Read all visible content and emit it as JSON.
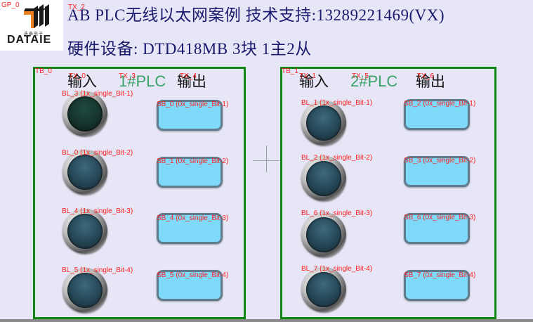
{
  "logo": {
    "tag": "GP_0",
    "company_cn": "迭泰电子",
    "company_en": "DATAIE",
    "brand_colors": {
      "orange": "#f08020",
      "black": "#1a1a1a"
    }
  },
  "header": {
    "title_tag": "TX_2",
    "title": "AB PLC无线以太网案例  技术支持:13289221469(VX)",
    "subtitle": "硬件设备: DTD418MB   3块   1主2从"
  },
  "panels": [
    {
      "tag": "TB_0",
      "input_label": "输入",
      "input_tag": "TX_0",
      "plc_label": "1#PLC",
      "plc_tag": "TX_3",
      "output_label": "输出",
      "output_tag": "TX_4",
      "lamps": [
        {
          "tag": "BL_3 (1x_single_Bit-1)",
          "state": "dark-green"
        },
        {
          "tag": "BL_0 (1x_single_Bit-2)",
          "state": "off"
        },
        {
          "tag": "BL_4 (1x_single_Bit-3)",
          "state": "off"
        },
        {
          "tag": "BL_5 (1x_single_Bit-4)",
          "state": "off"
        }
      ],
      "buttons": [
        {
          "tag": "SB_0 (0x_single_Bit-1)"
        },
        {
          "tag": "SB_1 (0x_single_Bit-2)"
        },
        {
          "tag": "SB_4 (0x_single_Bit-3)"
        },
        {
          "tag": "SB_5 (0x_single_Bit-4)"
        }
      ]
    },
    {
      "tag": "TB_1",
      "input_label": "输入",
      "input_tag": "TX_1",
      "plc_label": "2#PLC",
      "plc_tag": "TX_5",
      "output_label": "输出",
      "output_tag": "TX_6",
      "lamps": [
        {
          "tag": "BL_1 (1x_single_Bit-1)",
          "state": "off"
        },
        {
          "tag": "BL_2 (1x_single_Bit-2)",
          "state": "off"
        },
        {
          "tag": "BL_6 (1x_single_Bit-3)",
          "state": "off"
        },
        {
          "tag": "BL_7 (1x_single_Bit-4)",
          "state": "off"
        }
      ],
      "buttons": [
        {
          "tag": "SB_2 (0x_single_Bit-1)"
        },
        {
          "tag": "SB_3 (0x_single_Bit-2)"
        },
        {
          "tag": "SB_6 (0x_single_Bit-3)"
        },
        {
          "tag": "SB_7 (0x_single_Bit-4)"
        }
      ]
    }
  ],
  "colors": {
    "background": "#e6e6f6",
    "panel_border": "#118811",
    "plc_label": "#3aa36a",
    "tag_text": "#ff2020",
    "title_text": "#1a1a6e",
    "button_fill": "#7fdaf9"
  }
}
